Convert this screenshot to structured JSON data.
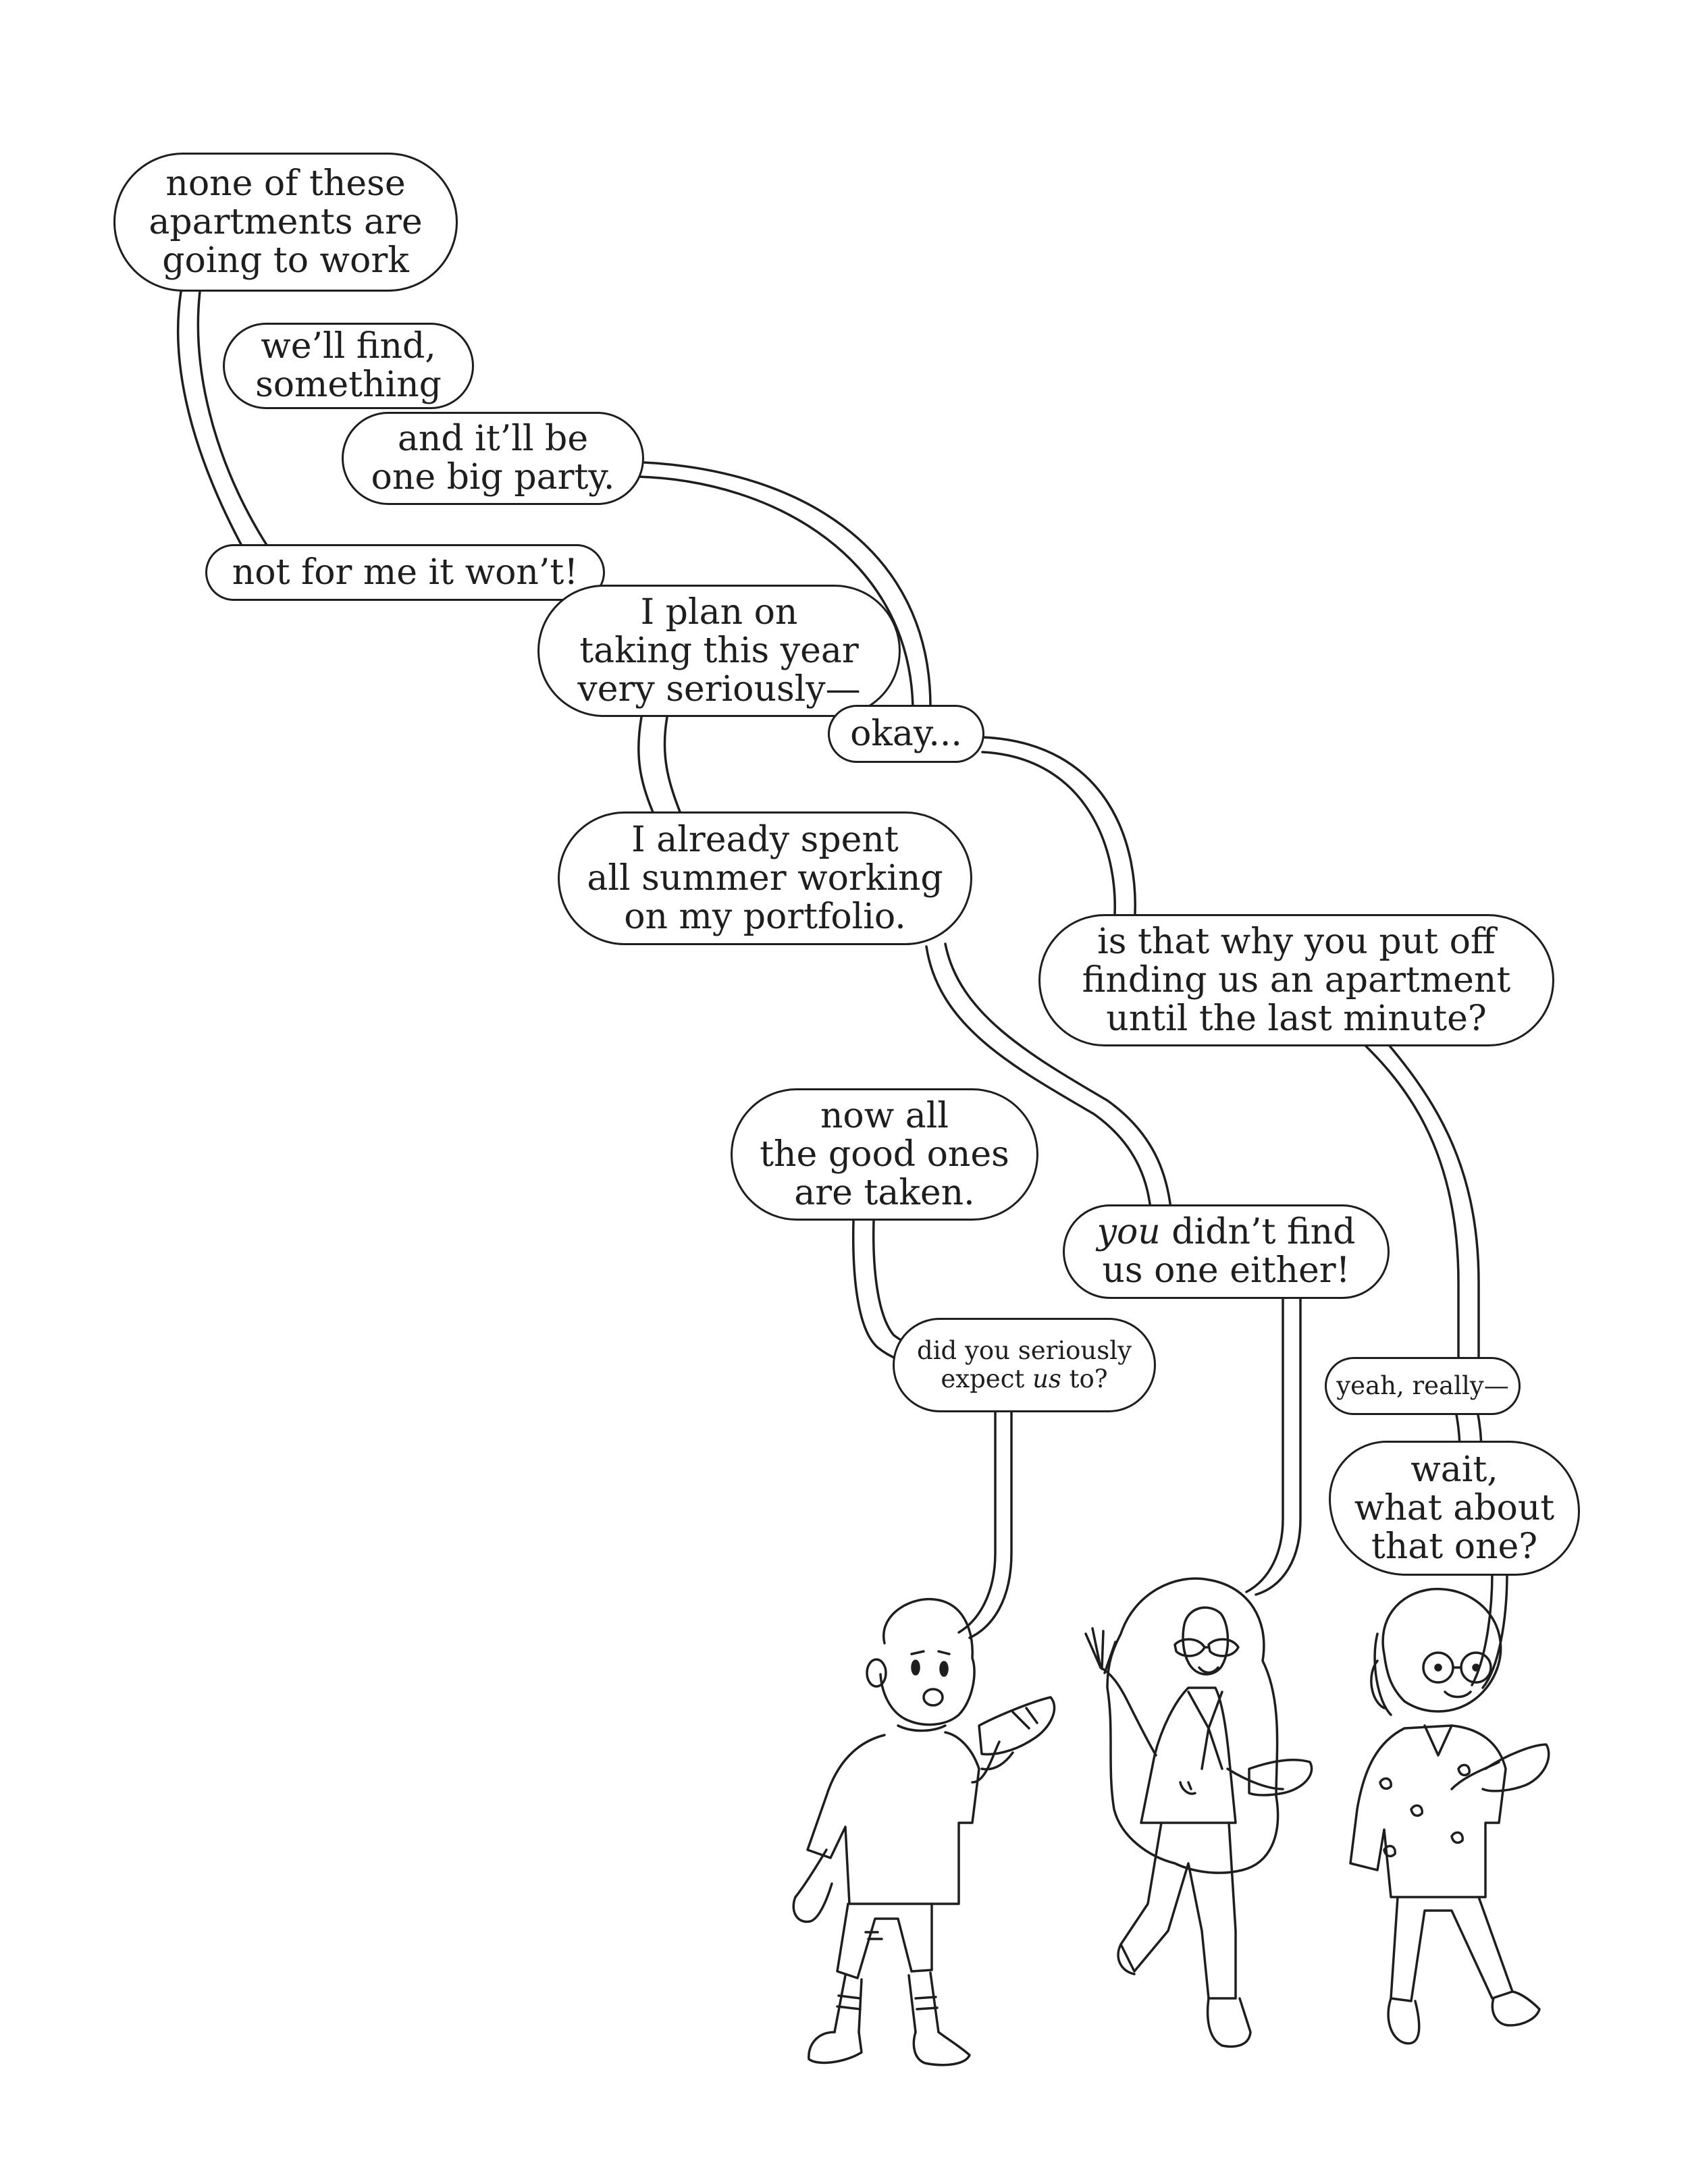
{
  "panel": {
    "bubbles": {
      "apartments": {
        "lines": [
          "none of these",
          "apartments are",
          "going to work"
        ]
      },
      "find": {
        "lines": [
          "we’ll find,",
          "something"
        ]
      },
      "party": {
        "lines": [
          "and it’ll be",
          "one big party."
        ]
      },
      "not_for_me": {
        "lines": [
          "not for me it won’t!"
        ]
      },
      "plan": {
        "lines": [
          "I plan on",
          "taking this year",
          "very seriously—"
        ]
      },
      "okay": {
        "lines": [
          "okay..."
        ]
      },
      "portfolio": {
        "lines": [
          "I already spent",
          "all summer working",
          "on my portfolio."
        ]
      },
      "put_off": {
        "lines": [
          "is that why you put off",
          "finding us an apartment",
          "until the last minute?"
        ]
      },
      "good_ones": {
        "lines": [
          "now all",
          "the good ones",
          "are taken."
        ]
      },
      "you_didnt": {
        "emphasis": "you",
        "line1_rest": " didn’t find",
        "line2": "us one either!"
      },
      "expect": {
        "line1": "did you seriously",
        "line2_before": "expect ",
        "line2_emphasis": "us",
        "line2_after": " to?"
      },
      "yeah": {
        "lines": [
          "yeah, really—"
        ]
      },
      "wait": {
        "lines": [
          "wait,",
          "what about",
          "that one?"
        ]
      }
    },
    "characters": [
      {
        "name": "boy-with-pizza"
      },
      {
        "name": "long-haired-woman-waving"
      },
      {
        "name": "curly-haired-woman-with-glasses"
      }
    ]
  }
}
